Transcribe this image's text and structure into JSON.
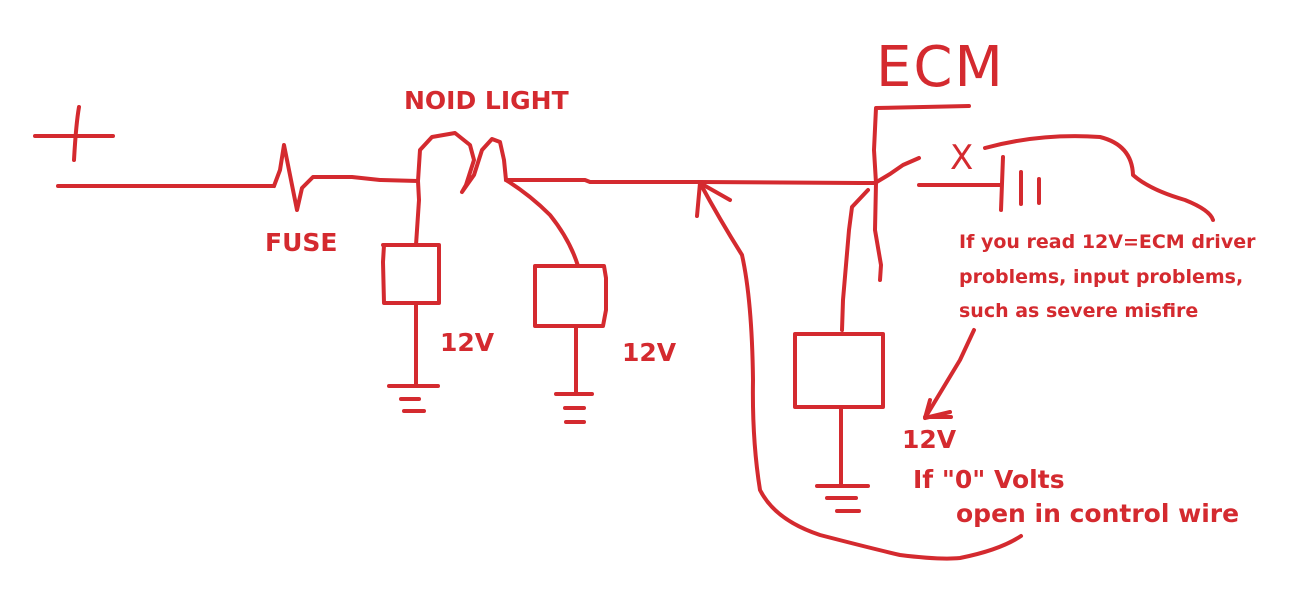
{
  "diagram": {
    "title": "Noid light / ECM injector driver circuit test",
    "stroke_color": "#d42a2f",
    "background_color": "#ffffff",
    "labels": {
      "battery_positive": "+",
      "fuse": "FUSE",
      "noid_light": "NOID LIGHT",
      "ecm": "ECM",
      "open_marker": "X",
      "voltage_1": "12V",
      "voltage_2": "12V",
      "voltage_3": "12V",
      "note_driver": [
        "If you read 12V=ECM driver",
        "problems, input problems,",
        "such as severe misfire"
      ],
      "note_zero_volts": "If \"0\" Volts",
      "note_open_wire": "open in control wire"
    },
    "components": [
      {
        "id": "battery-positive",
        "type": "terminal",
        "symbol": "plus"
      },
      {
        "id": "fuse",
        "type": "fuse"
      },
      {
        "id": "noid-light",
        "type": "noid-light"
      },
      {
        "id": "load-1",
        "type": "load-box",
        "ground": true
      },
      {
        "id": "load-2",
        "type": "load-box",
        "ground": true
      },
      {
        "id": "load-3",
        "type": "load-box",
        "ground": true
      },
      {
        "id": "ecm",
        "type": "module"
      },
      {
        "id": "ecm-driver-ground",
        "type": "ground-battery-symbol"
      }
    ]
  }
}
